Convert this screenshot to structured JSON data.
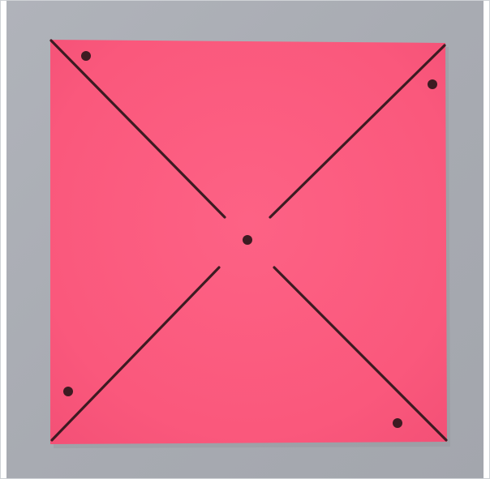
{
  "image": {
    "subject": "pinwheel-template",
    "colors": {
      "background": "#a9acb3",
      "paper": "#fb5a7e",
      "paper_edge": "#f04d72",
      "ink": "#3d1b22"
    },
    "marks": {
      "cut_lines": 4,
      "pin_holes": 5
    }
  }
}
